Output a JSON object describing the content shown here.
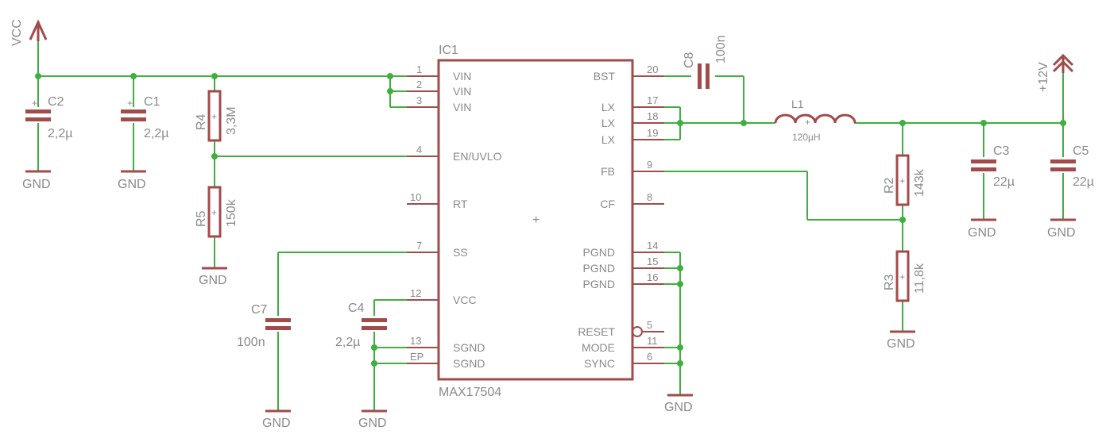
{
  "ic": {
    "name": "IC1",
    "part": "MAX17504",
    "pins_left": [
      {
        "num": "1",
        "label": "VIN"
      },
      {
        "num": "2",
        "label": "VIN"
      },
      {
        "num": "3",
        "label": "VIN"
      },
      {
        "num": "4",
        "label": "EN/UVLO"
      },
      {
        "num": "10",
        "label": "RT"
      },
      {
        "num": "7",
        "label": "SS"
      },
      {
        "num": "12",
        "label": "VCC"
      },
      {
        "num": "13",
        "label": "SGND"
      },
      {
        "num": "EP",
        "label": "SGND"
      }
    ],
    "pins_right": [
      {
        "num": "20",
        "label": "BST"
      },
      {
        "num": "17",
        "label": "LX"
      },
      {
        "num": "18",
        "label": "LX"
      },
      {
        "num": "19",
        "label": "LX"
      },
      {
        "num": "9",
        "label": "FB"
      },
      {
        "num": "8",
        "label": "CF"
      },
      {
        "num": "14",
        "label": "PGND"
      },
      {
        "num": "15",
        "label": "PGND"
      },
      {
        "num": "16",
        "label": "PGND"
      },
      {
        "num": "5",
        "label": "RESET"
      },
      {
        "num": "11",
        "label": "MODE"
      },
      {
        "num": "6",
        "label": "SYNC"
      }
    ]
  },
  "power": {
    "vcc": "VCC",
    "out": "+12V",
    "gnd": "GND"
  },
  "components": {
    "C1": {
      "name": "C1",
      "value": "2,2µ"
    },
    "C2": {
      "name": "C2",
      "value": "2,2µ"
    },
    "C3": {
      "name": "C3",
      "value": "22µ"
    },
    "C4": {
      "name": "C4",
      "value": "2,2µ"
    },
    "C5": {
      "name": "C5",
      "value": "22µ"
    },
    "C7": {
      "name": "C7",
      "value": "100n"
    },
    "C8": {
      "name": "C8",
      "value": "100n"
    },
    "L1": {
      "name": "L1",
      "value": "120µH"
    },
    "R2": {
      "name": "R2",
      "value": "143k"
    },
    "R3": {
      "name": "R3",
      "value": "11,8k"
    },
    "R4": {
      "name": "R4",
      "value": "3,3M"
    },
    "R5": {
      "name": "R5",
      "value": "150k"
    }
  },
  "colors": {
    "wire": "#3fb03f",
    "symbol": "#a14b4b",
    "text": "#8a8a8a"
  }
}
